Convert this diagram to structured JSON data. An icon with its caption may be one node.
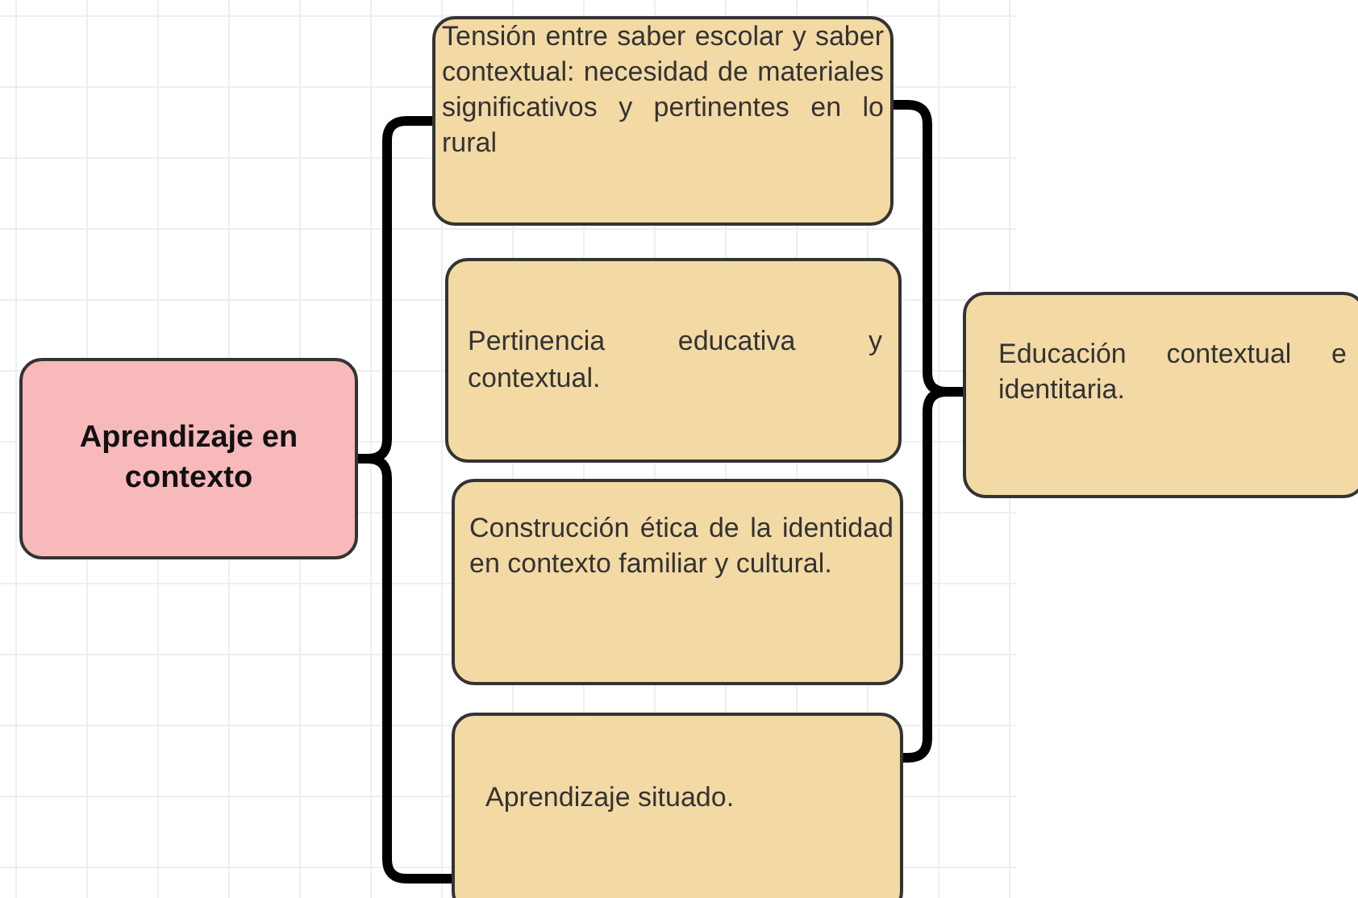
{
  "diagram": {
    "nodes": [
      {
        "text": [
          "Aprendizaje en contexto"
        ]
      },
      {
        "text": [
          "Tensión entre saber escolar y saber contextual: necesidad de materiales significativos y pertinentes en lo rural"
        ]
      },
      {
        "text": [
          "Pertinencia educativa y contextual."
        ]
      },
      {
        "text": [
          "Construcción ética de la identidad en contexto familiar y cultural."
        ]
      },
      {
        "text": [
          "Aprendizaje situado."
        ]
      },
      {
        "text": [
          "Educación contextual e identitaria."
        ]
      }
    ],
    "edges": [
      {
        "from": 0,
        "to": 1,
        "arrow": "none"
      },
      {
        "from": 0,
        "to": 4,
        "arrow": "none"
      },
      {
        "from": 1,
        "to": 5,
        "arrow": "none"
      },
      {
        "from": 4,
        "to": 5,
        "arrow": "none"
      }
    ]
  }
}
